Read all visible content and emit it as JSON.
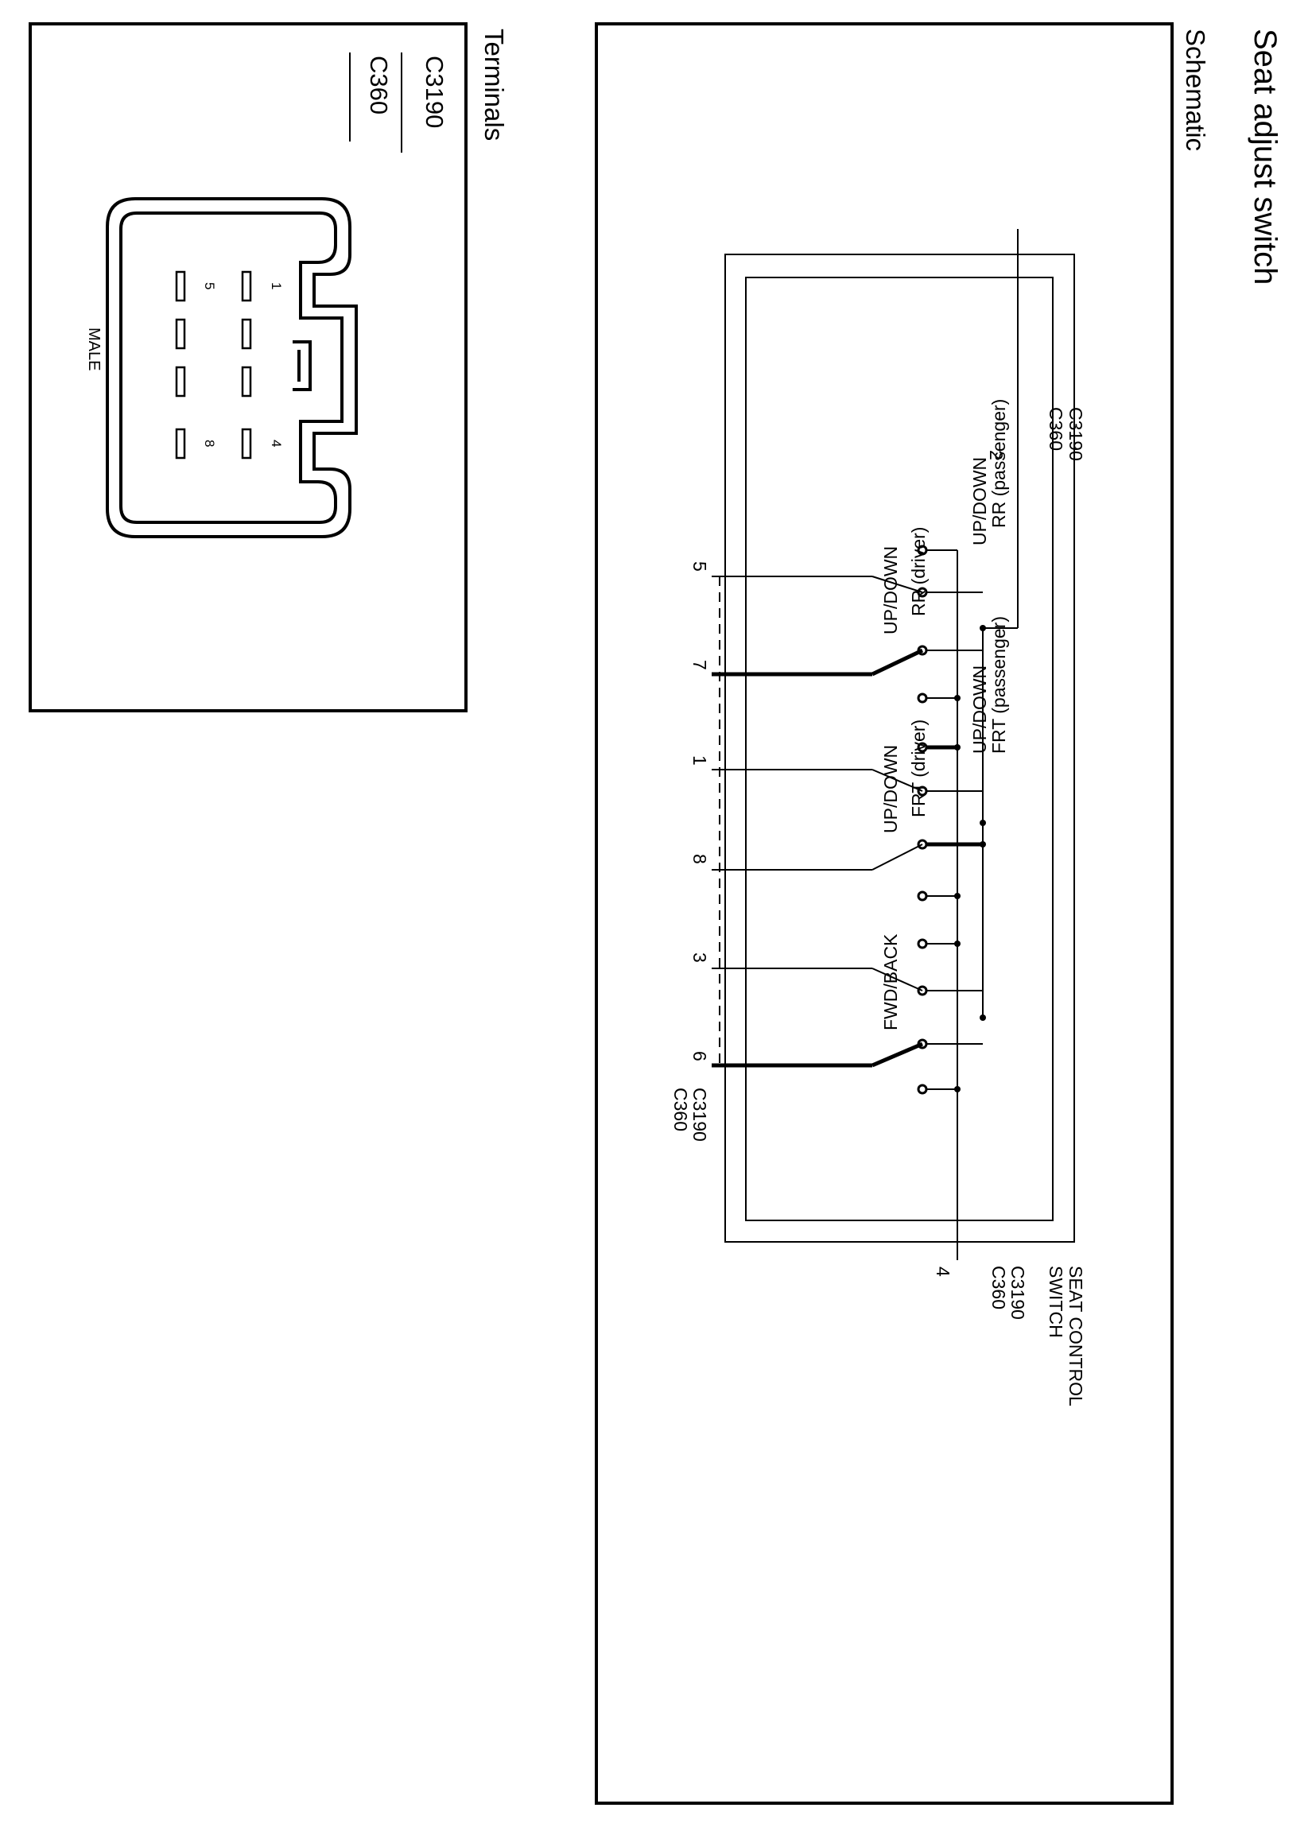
{
  "page": {
    "title": "Seat adjust switch",
    "section_schematic": "Schematic",
    "section_terminals": "Terminals"
  },
  "schematic": {
    "component_label_line1": "SEAT CONTROL",
    "component_label_line2": "SWITCH",
    "connector_c3190": "C3190",
    "connector_c360": "C360",
    "pin_2": "2",
    "pin_4": "4",
    "pins_bottom": [
      "5",
      "7",
      "1",
      "8",
      "3",
      "6"
    ],
    "switch_labels": {
      "rr_passenger": "RR (passenger)",
      "rr_passenger_updown": "UP/DOWN",
      "rr_driver": "RR (driver)",
      "rr_driver_updown": "UP/DOWN",
      "frt_passenger": "FRT (passenger)",
      "frt_passenger_updown": "UP/DOWN",
      "frt_driver": "FRT (driver)",
      "frt_driver_updown": "UP/DOWN",
      "fwd_back": "FWD/BACK"
    }
  },
  "terminals": {
    "connector_c3190": "C3190",
    "connector_c360": "C360",
    "gender": "MALE",
    "pin_1": "1",
    "pin_4": "4",
    "pin_5": "5",
    "pin_8": "8"
  }
}
